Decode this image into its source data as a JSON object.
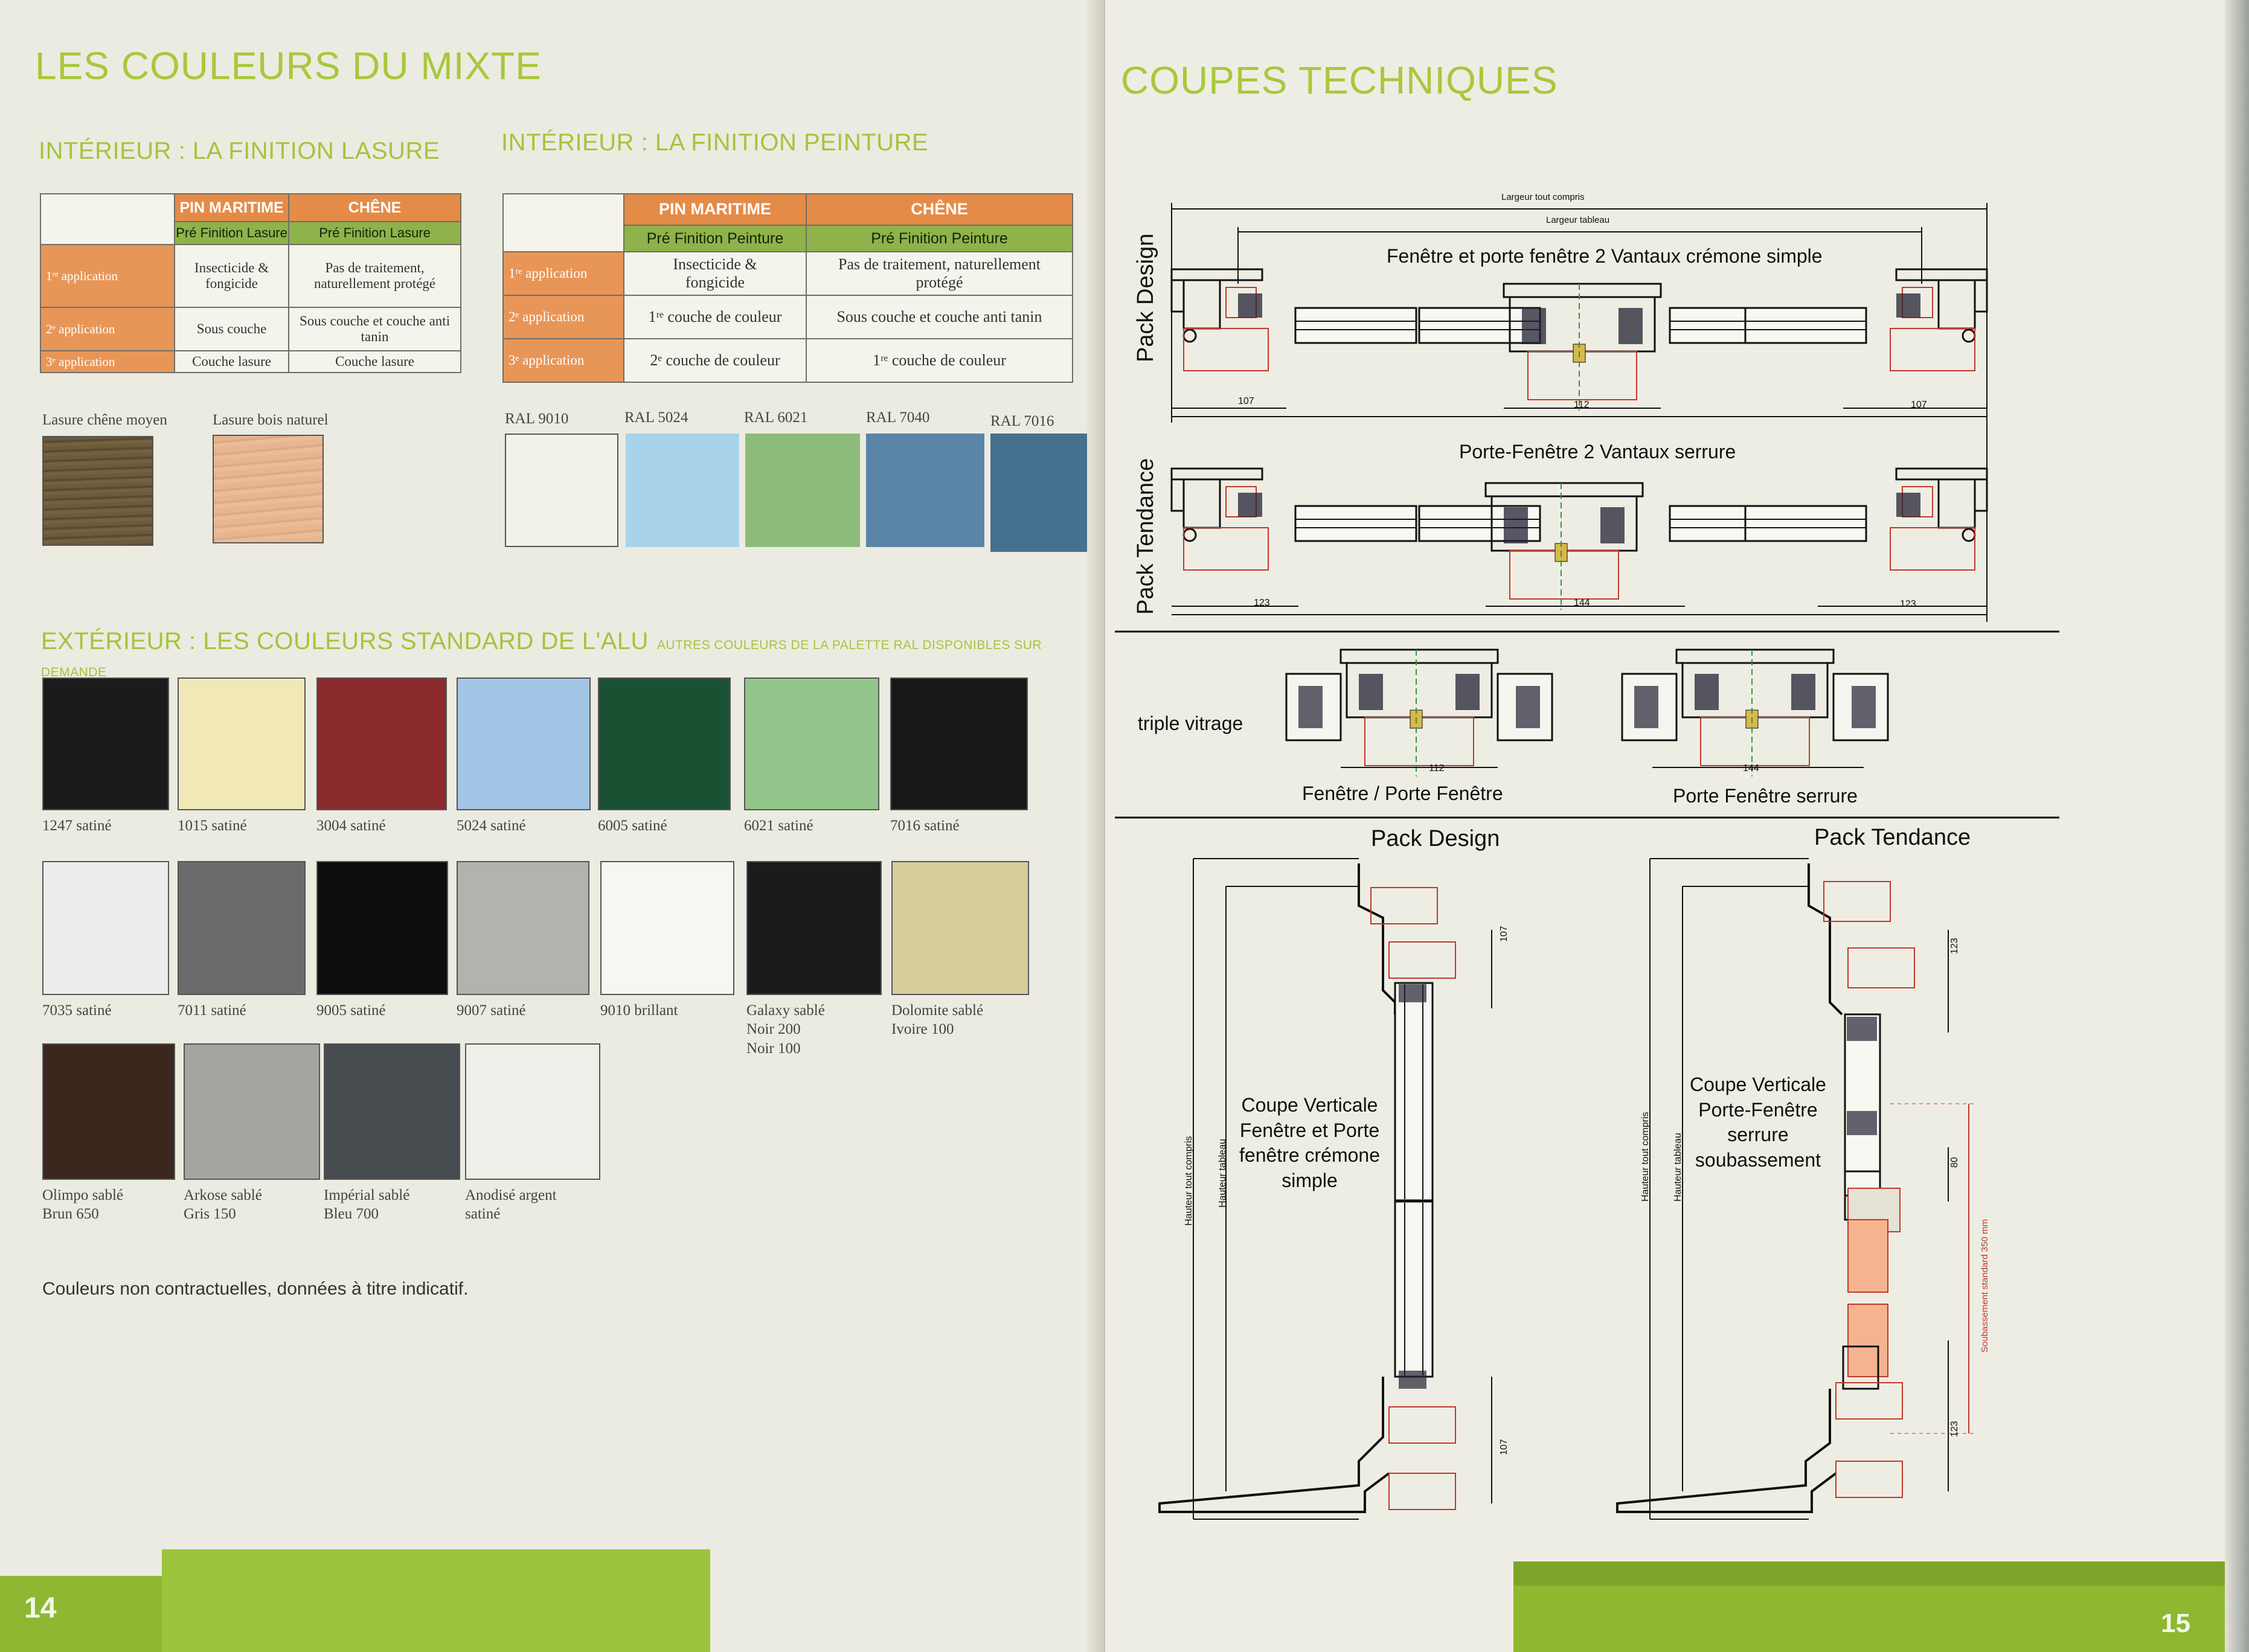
{
  "left": {
    "title": "LES COULEURS DU MIXTE",
    "lasure": {
      "title": "INTÉRIEUR : LA FINITION LASURE",
      "col1_name": "PIN MARITIME",
      "col1_sub": "Pré Finition Lasure",
      "col2_name": "CHÊNE",
      "col2_sub": "Pré Finition Lasure",
      "rows": [
        {
          "label": "1ʳᵉ application",
          "c1": "Insecticide & fongicide",
          "c2": "Pas de traitement, naturellement protégé"
        },
        {
          "label": "2ᵉ application",
          "c1": "Sous couche",
          "c2": "Sous couche et couche anti tanin"
        },
        {
          "label": "3ᵉ application",
          "c1": "Couche lasure",
          "c2": "Couche lasure"
        }
      ],
      "swatches": [
        {
          "label": "Lasure chêne moyen",
          "color": "#6a5639"
        },
        {
          "label": "Lasure bois naturel",
          "color": "#e6b08d"
        }
      ]
    },
    "peinture": {
      "title": "INTÉRIEUR : LA FINITION PEINTURE",
      "col1_name": "PIN MARITIME",
      "col1_sub": "Pré Finition Peinture",
      "col2_name": "CHÊNE",
      "col2_sub": "Pré Finition Peinture",
      "rows": [
        {
          "label": "1ʳᵉ application",
          "c1": "Insecticide & fongicide",
          "c2": "Pas de traitement, naturellement protégé"
        },
        {
          "label": "2ᵉ application",
          "c1": "1ʳᵉ couche de couleur",
          "c2": "Sous couche et couche anti tanin"
        },
        {
          "label": "3ᵉ application",
          "c1": "2ᵉ couche de couleur",
          "c2": "1ʳᵉ couche de couleur"
        }
      ],
      "swatches": [
        {
          "label": "RAL 9010",
          "color": "#f2f1ea"
        },
        {
          "label": "RAL 5024",
          "color": "#a9d3ea"
        },
        {
          "label": "RAL 6021",
          "color": "#8dbd7c"
        },
        {
          "label": "RAL 7040",
          "color": "#5a85a6"
        },
        {
          "label": "RAL 7016",
          "color": "#45718f"
        }
      ]
    },
    "exterieur": {
      "title": "EXTÉRIEUR : LES COULEURS STANDARD DE L'ALU",
      "subtitle": "AUTRES COULEURS DE LA PALETTE RAL DISPONIBLES SUR DEMANDE",
      "row1": [
        {
          "label": "1247 satiné",
          "color": "#1c1a1b"
        },
        {
          "label": "1015 satiné",
          "color": "#f1e8b8"
        },
        {
          "label": "3004 satiné",
          "color": "#8a2a2d"
        },
        {
          "label": "5024 satiné",
          "color": "#a2c5e6"
        },
        {
          "label": "6005 satiné",
          "color": "#1b5133"
        },
        {
          "label": "6021 satiné",
          "color": "#91c589"
        },
        {
          "label": "7016 satiné",
          "color": "#171719"
        }
      ],
      "row2": [
        {
          "label": "7035 satiné",
          "color": "#eceeed"
        },
        {
          "label": "7011 satiné",
          "color": "#6a6b6d"
        },
        {
          "label": "9005 satiné",
          "color": "#0e0e0f"
        },
        {
          "label": "9007 satiné",
          "color": "#b3b2ae"
        },
        {
          "label": "9010 brillant",
          "color": "#f7f6f1"
        },
        {
          "label": "Galaxy sablé\nNoir 200\nNoir 100",
          "color": "#1a1b1c"
        },
        {
          "label": "Dolomite sablé\nIvoire 100",
          "color": "#d7cd9b"
        }
      ],
      "row3": [
        {
          "label": "Olimpo sablé\nBrun 650",
          "color": "#3b271d"
        },
        {
          "label": "Arkose sablé\nGris 150",
          "color": "#a6a5a2"
        },
        {
          "label": "Impérial sablé\nBleu 700",
          "color": "#464b50"
        },
        {
          "label": "Anodisé     argent\nsatiné",
          "color": "#efefe9"
        }
      ]
    },
    "note": "Couleurs non contractuelles, données à titre indicatif.",
    "page_number": "14"
  },
  "right": {
    "title": "COUPES TECHNIQUES",
    "horizontal": {
      "overall_dim": "Largeur tout compris",
      "tableau_dim": "Largeur tableau",
      "design_label": "Pack Design",
      "design_caption": "Fenêtre et porte fenêtre 2 Vantaux crémone simple",
      "design_dims": [
        "107",
        "112",
        "107"
      ],
      "tendance_label": "Pack Tendance",
      "tendance_caption": "Porte-Fenêtre 2 Vantaux serrure",
      "tendance_dims": [
        "123",
        "144",
        "123"
      ]
    },
    "triple": {
      "label": "triple vitrage",
      "left_caption": "Fenêtre / Porte Fenêtre",
      "left_dim": "112",
      "right_caption": "Porte Fenêtre serrure",
      "right_dim": "144"
    },
    "vertical": {
      "design_title": "Pack Design",
      "design_caption": "Coupe Verticale\nFenêtre et Porte\nfenêtre crémone\nsimple",
      "design_dims": [
        "107",
        "107"
      ],
      "tendance_title": "Pack Tendance",
      "tendance_caption": "Coupe Verticale\nPorte-Fenêtre\nserrure\nsoubassement",
      "tendance_dims": [
        "123",
        "80",
        "123"
      ],
      "overall_dim": "Hauteur tout compris",
      "tableau_dim": "Hauteur tableau",
      "soubassement": "Soubassement standard 350 mm"
    },
    "page_number": "15"
  }
}
